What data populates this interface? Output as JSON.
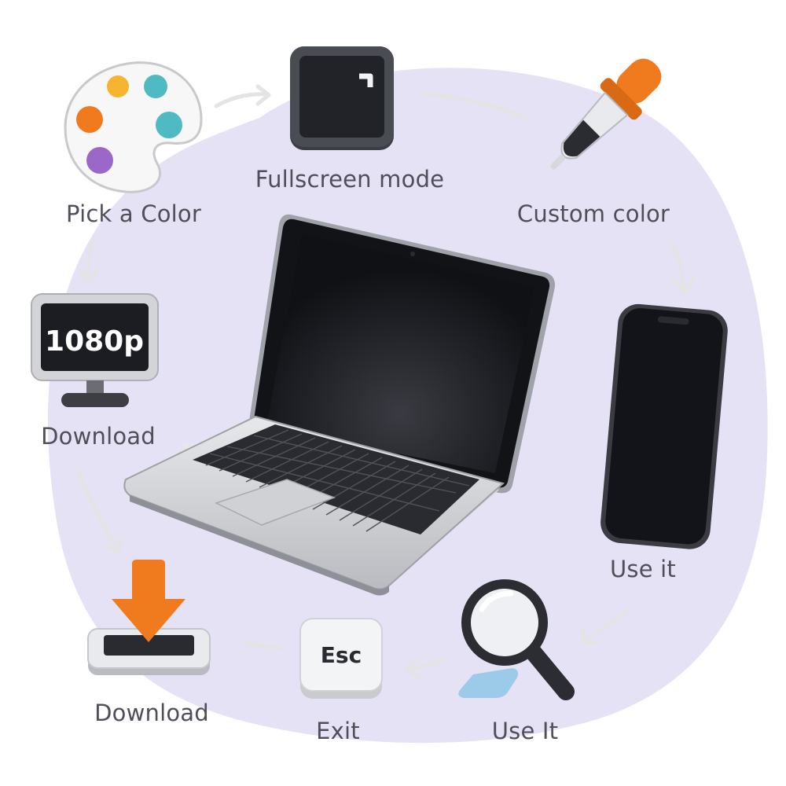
{
  "colors": {
    "blob": "#e6e2f5",
    "label_text": "#4f4f5a",
    "arrow": "#e4e4e6",
    "accent_orange": "#f07b1f",
    "screen_dark": "#1c1d22"
  },
  "center": {
    "device": "laptop-icon"
  },
  "steps": [
    {
      "id": "pick-color",
      "icon": "palette-icon",
      "label": "Pick a Color"
    },
    {
      "id": "fullscreen",
      "icon": "fullscreen-monitor-icon",
      "label": "Fullscreen mode"
    },
    {
      "id": "custom-color",
      "icon": "eyedropper-icon",
      "label": "Custom color"
    },
    {
      "id": "use-it-phone",
      "icon": "smartphone-icon",
      "label": "Use it"
    },
    {
      "id": "use-it-magnifier",
      "icon": "magnifier-icon",
      "label": "Use It"
    },
    {
      "id": "exit",
      "icon": "esc-key-icon",
      "label": "Exit",
      "key_text": "Esc"
    },
    {
      "id": "download-tray",
      "icon": "download-tray-icon",
      "label": "Download"
    },
    {
      "id": "download-monitor",
      "icon": "monitor-1080p-icon",
      "label": "Download",
      "badge_text": "1080p"
    }
  ]
}
